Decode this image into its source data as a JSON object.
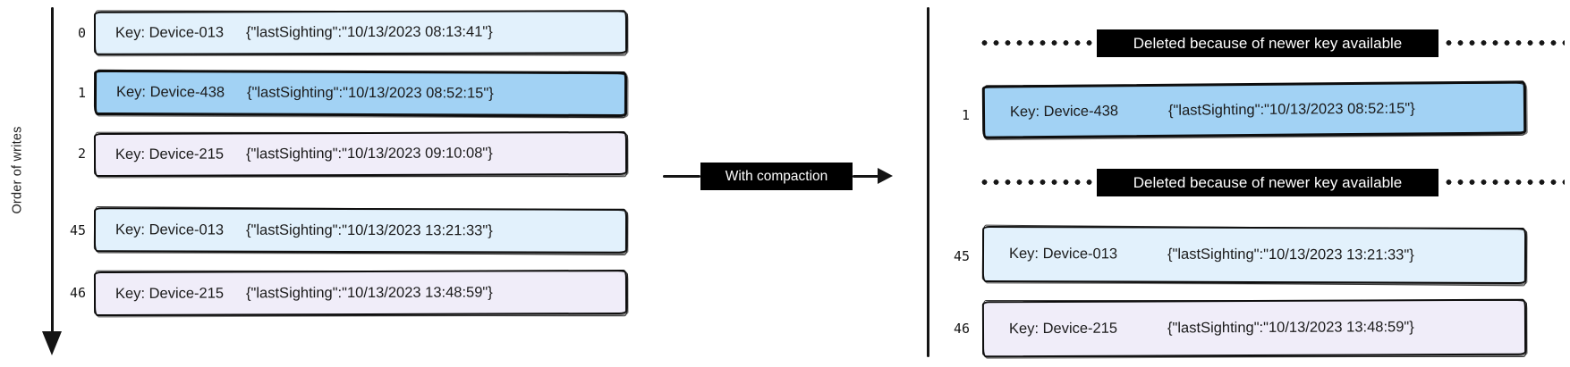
{
  "colors": {
    "record_light_blue": "#e2f1fc",
    "record_blue": "#a2d2f4",
    "record_lavender": "#f0edf9",
    "ink": "#141414",
    "label_bg": "#000000",
    "label_text": "#ffffff"
  },
  "axis": {
    "label": "Order of writes"
  },
  "compaction_arrow": {
    "label": "With compaction"
  },
  "left_log": {
    "rows": [
      {
        "offset": "0",
        "key": "Key: Device-013",
        "value": "{\"lastSighting\":\"10/13/2023 08:13:41\"}",
        "color": "light_blue"
      },
      {
        "offset": "1",
        "key": "Key: Device-438",
        "value": "{\"lastSighting\":\"10/13/2023 08:52:15\"}",
        "color": "blue"
      },
      {
        "offset": "2",
        "key": "Key: Device-215",
        "value": "{\"lastSighting\":\"10/13/2023 09:10:08\"}",
        "color": "lavender"
      },
      {
        "offset": "45",
        "key": "Key: Device-013",
        "value": "{\"lastSighting\":\"10/13/2023 13:21:33\"}",
        "color": "light_blue"
      },
      {
        "offset": "46",
        "key": "Key: Device-215",
        "value": "{\"lastSighting\":\"10/13/2023 13:48:59\"}",
        "color": "lavender"
      }
    ]
  },
  "right_log": {
    "deleted_notice": "Deleted because of newer key available",
    "rows": [
      {
        "offset": "1",
        "key": "Key: Device-438",
        "value": "{\"lastSighting\":\"10/13/2023 08:52:15\"}",
        "color": "blue"
      },
      {
        "offset": "45",
        "key": "Key: Device-013",
        "value": "{\"lastSighting\":\"10/13/2023 13:21:33\"}",
        "color": "light_blue"
      },
      {
        "offset": "46",
        "key": "Key: Device-215",
        "value": "{\"lastSighting\":\"10/13/2023 13:48:59\"}",
        "color": "lavender"
      }
    ]
  }
}
